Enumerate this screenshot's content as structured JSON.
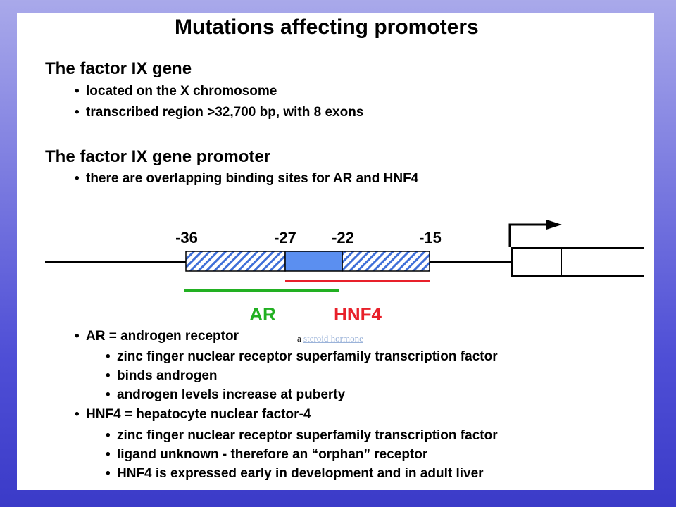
{
  "slide": {
    "title": "Mutations affecting promoters",
    "section1": {
      "heading": "The factor IX gene",
      "bullets": [
        "located on the X chromosome",
        "transcribed region >32,700 bp, with 8 exons"
      ]
    },
    "section2": {
      "heading": "The factor IX gene promoter",
      "bullets": [
        "there are overlapping binding sites for AR and HNF4"
      ]
    },
    "diagram": {
      "positions": [
        "-36",
        "-27",
        "-22",
        "-15"
      ],
      "labels": {
        "ar": "AR",
        "hnf4": "HNF4"
      },
      "colors": {
        "ar": "#22b022",
        "hnf4": "#e8202a",
        "core_box": "#5b8ff0",
        "hatch": "#3f6fd8"
      }
    },
    "section3": {
      "ar_def": "AR = androgen receptor",
      "ar_note_prefix": "a",
      "ar_note_link": "steroid hormone",
      "ar_details": [
        "zinc finger nuclear receptor superfamily transcription factor",
        "binds androgen",
        "androgen levels increase at puberty"
      ],
      "hnf4_def": "HNF4 = hepatocyte nuclear factor-4",
      "hnf4_details": [
        "zinc finger nuclear receptor superfamily transcription factor",
        "ligand unknown - therefore an “orphan” receptor",
        "HNF4 is expressed early in development and in adult liver"
      ]
    }
  }
}
